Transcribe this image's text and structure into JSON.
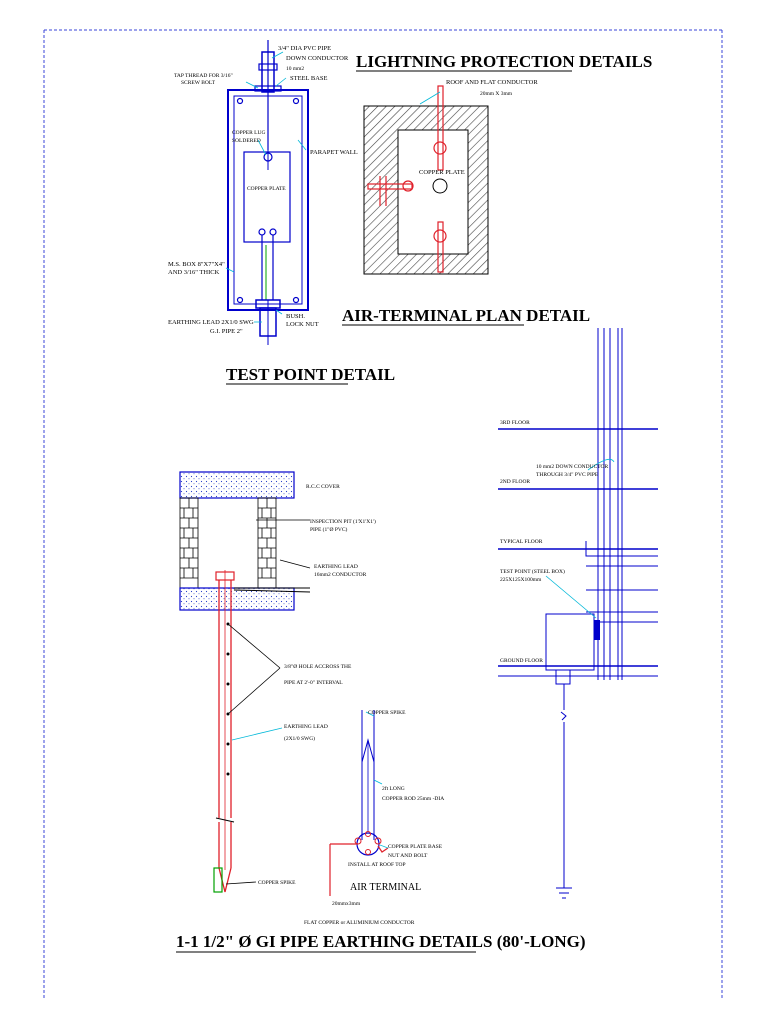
{
  "titles": {
    "lightning": "LIGHTNING PROTECTION DETAILS",
    "air_terminal_plan": "AIR-TERMINAL PLAN DETAIL",
    "test_point": "TEST POINT DETAIL",
    "gi_pipe": "1-1 1/2\" Ø GI PIPE EARTHING DETAILS (80'-LONG)",
    "air_terminal": "AIR TERMINAL"
  },
  "test_point_labels": {
    "pvc_pipe_1": "3/4\" DIA PVC PIPE",
    "pvc_pipe_2": "DOWN CONDUCTOR",
    "pvc_pipe_3": "10 mm2",
    "steel_base": "STEEL BASE",
    "tap_thread_1": "TAP THREAD FOR 3/16\"",
    "tap_thread_2": "SCREW BOLT",
    "copper_lug_1": "COPPER LUG",
    "copper_lug_2": "SOLDERED",
    "copper_plate": "COPPER PLATE",
    "parapet_wall": "PARAPET WALL",
    "ms_box_1": "M.S. BOX  8\"X7\"X4\"",
    "ms_box_2": "AND 3/16\" THICK",
    "earthing_lead": "EARTHING LEAD 2X1/0 SWG",
    "gi_pipe": "G.I. PIPE 2\"",
    "bush": "BUSH.",
    "lock_nut": "LOCK NUT"
  },
  "plan_labels": {
    "roof_conductor_1": "ROOF AND FLAT CONDUCTOR",
    "roof_conductor_2": "20mm X 3mm",
    "copper_plate": "COPPER PLATE"
  },
  "building_labels": {
    "floor_3": "3RD FLOOR",
    "floor_2": "2ND FLOOR",
    "floor_typ": "TYPICAL  FLOOR",
    "floor_ground": "GROUND FLOOR",
    "down_conductor_1": "10 mm2  DOWN CONDUCTOR",
    "down_conductor_2": "THROUGH 3/4\" PVC PIPE",
    "test_point_1": "TEST POINT (STEEL BOX)",
    "test_point_2": "225X125X100mm"
  },
  "pit_labels": {
    "rcc_cover": "R.C.C COVER",
    "inspection_pit_1": "INSPECTION PIT (1'X1'X1')",
    "inspection_pit_2": "PIPE (1\"Ø PVC)",
    "earthing_lead_1": "EARTHING LEAD",
    "earthing_lead_2": "16mm2 CONDUCTOR",
    "hole_1": "3/8\"Ø HOLE ACCROSS THE",
    "hole_2": "PIPE AT 2'-0\" INTERVAL",
    "lead2_1": "EARTHING LEAD",
    "lead2_2": "(2X1/0 SWG)",
    "copper_spike": "COPPER SPIKE"
  },
  "terminal_labels": {
    "copper_spike": "COPPER SPIKE",
    "rod_1": "2ft LONG",
    "rod_2": "COPPER ROD 25mm -DIA",
    "base_1": "COPPER PLATE BASE",
    "base_2": "NUT AND BOLT",
    "base_3": "INSTALL AT ROOF TOP",
    "size": "20mmx3mm",
    "flat_conductor": "FLAT COPPER or ALUMINIUM  CONDUCTOR"
  },
  "colors": {
    "blue": "#0000cc",
    "red": "#e0202a",
    "green": "#00a000",
    "cyan": "#00b8d8",
    "border": "#3a46d8"
  }
}
